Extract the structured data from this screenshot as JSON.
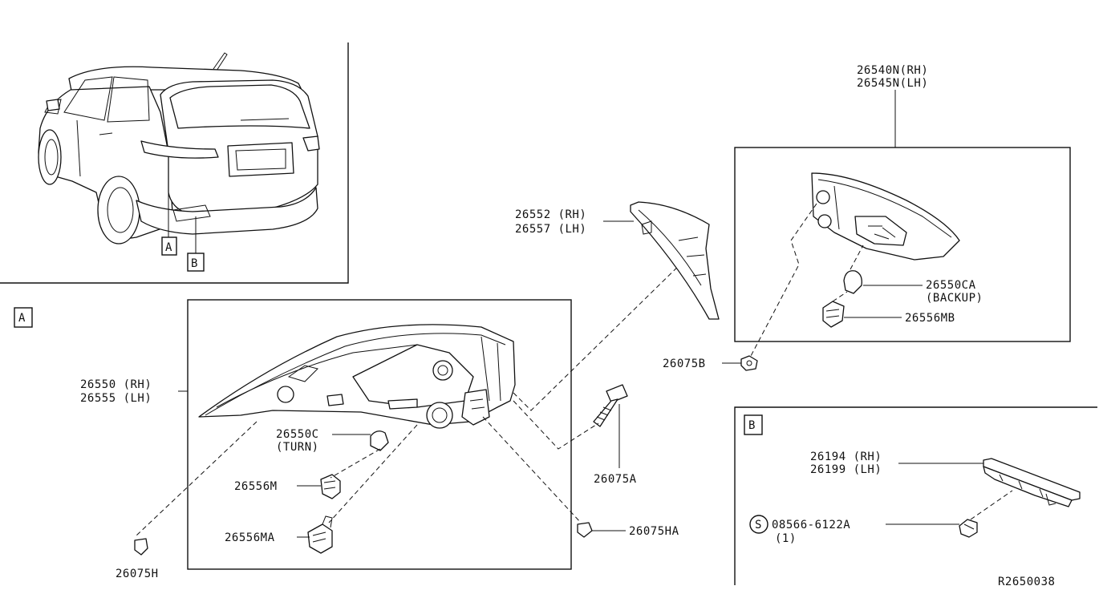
{
  "callouts": {
    "a": "A",
    "b": "B"
  },
  "sections": {
    "a": "A",
    "b": "B"
  },
  "labels": {
    "p26540n": "26540N(RH)",
    "p26545n": "26545N(LH)",
    "p26552": "26552 (RH)",
    "p26557": "26557 (LH)",
    "p26550ca": "26550CA",
    "backup": "(BACKUP)",
    "p26556mb": "26556MB",
    "p26075b": "26075B",
    "p26550": "26550 (RH)",
    "p26555": "26555 (LH)",
    "p26550c": "26550C",
    "turn": "(TURN)",
    "p26556m": "26556M",
    "p26556ma": "26556MA",
    "p26075h": "26075H",
    "p26075a": "26075A",
    "p26075ha": "26075HA",
    "p26194": "26194 (RH)",
    "p26199": "26199 (LH)",
    "p08566": "08566-6122A",
    "qty1": "(1)",
    "screw_symbol": "S"
  },
  "figure_code": "R2650038"
}
